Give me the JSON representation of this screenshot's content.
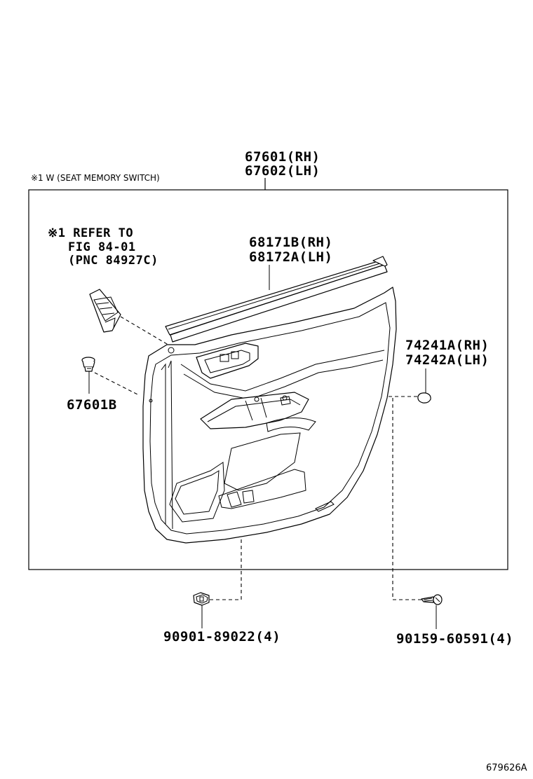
{
  "labels": {
    "door_panel": [
      "67601(RH)",
      "67602(LH)"
    ],
    "note": "※1 W (SEAT MEMORY SWITCH)",
    "refer": [
      "※1 REFER TO",
      "FIG 84-01",
      "(PNC 84927C)"
    ],
    "weatherstrip": [
      "68171B(RH)",
      "68172A(LH)"
    ],
    "clip_left": "67601B",
    "plug": [
      "74241A(RH)",
      "74242A(LH)"
    ],
    "retainer": "90901-89022(4)",
    "screw": "90159-60591(4)",
    "figure_code": "679626A"
  }
}
